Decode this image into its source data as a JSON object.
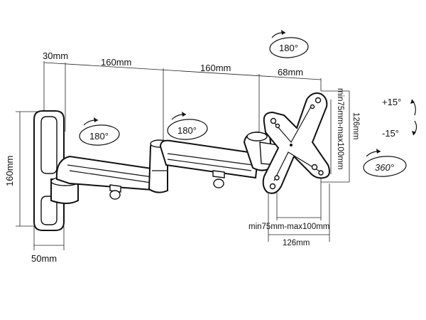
{
  "dimensions": {
    "top_30": "30mm",
    "top_160a": "160mm",
    "top_160b": "160mm",
    "top_68": "68mm",
    "left_height": "160mm",
    "bottom_width": "50mm",
    "vesa_vertical": "min75mm-max100mm",
    "plate_height": "126mm",
    "vesa_horizontal": "min75mm-max100mm",
    "plate_width": "126mm"
  },
  "rotations": {
    "top_right": "180°",
    "arm_left": "180°",
    "arm_middle": "180°",
    "swivel": "360°",
    "tilt_up": "+15°",
    "tilt_down": "-15°"
  }
}
